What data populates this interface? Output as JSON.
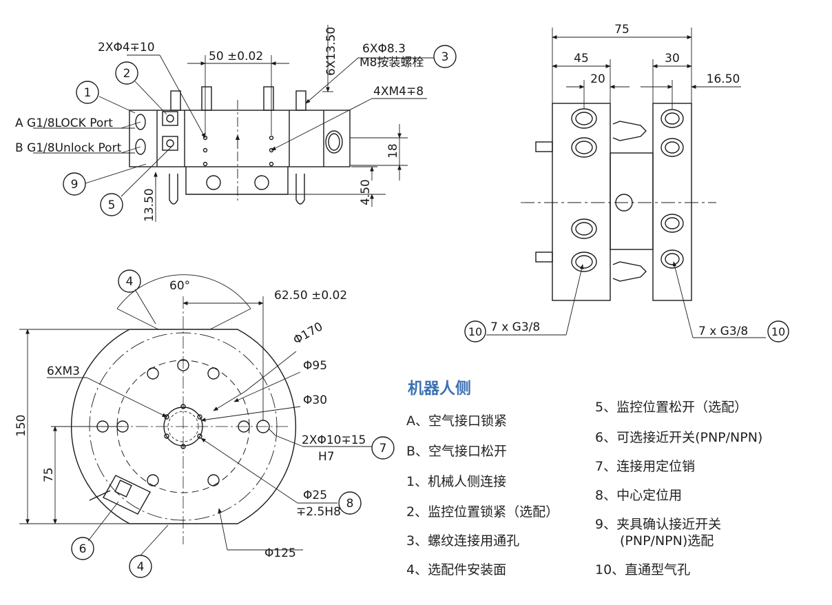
{
  "colors": {
    "line": "#1a1a1a",
    "title": "#3d72b4",
    "text": "#222222"
  },
  "top_view": {
    "note_holes_a": "2XΦ4∓10",
    "dim_50": "50 ±0.02",
    "note_6x1350": "6X13.50",
    "note_6x83": "6XΦ8.3",
    "note_m8": "M8按装螺栓",
    "note_4xm4": "4XM4∓8",
    "port_a": "A G1/8LOCK Port",
    "port_b": "B G1/8Unlock Port",
    "dim_18": "18",
    "dim_450": "4.50",
    "dim_1350": "13.50",
    "callouts": [
      "1",
      "2",
      "3",
      "5",
      "9"
    ]
  },
  "side_view": {
    "dim_75": "75",
    "dim_45": "45",
    "dim_20": "20",
    "dim_30": "30",
    "dim_1650": "16.50",
    "callout_left_text": "7 x  G3/8",
    "callout_right_text": "7 x  G3/8",
    "callout_num": "10"
  },
  "bottom_view": {
    "angle": "60°",
    "dim_6250": "62.50 ±0.02",
    "dia_170": "Φ170",
    "dia_95": "Φ95",
    "dia_30": "Φ30",
    "note_6xm3": "6XM3",
    "note_pin": "2XΦ10∓15",
    "note_h7": "H7",
    "dim_150": "150",
    "dim_75": "75",
    "dia_25": "Φ25",
    "note_h8": "∓2.5H8",
    "dia_125": "Φ125",
    "callouts": [
      "4",
      "7",
      "8",
      "6",
      "4"
    ]
  },
  "legend": {
    "title": "机器人侧",
    "left": [
      "A、空气接口锁紧",
      "B、空气接口松开",
      "1、机械人侧连接",
      "2、监控位置锁紧（选配）",
      "3、螺纹连接用通孔",
      "4、选配件安装面"
    ],
    "right": [
      "5、监控位置松开（选配）",
      "6、可选接近开关(PNP/NPN)",
      "7、连接用定位销",
      "8、中心定位用",
      "9、夹具确认接近开关",
      "(PNP/NPN)选配",
      "10、直通型气孔"
    ]
  }
}
